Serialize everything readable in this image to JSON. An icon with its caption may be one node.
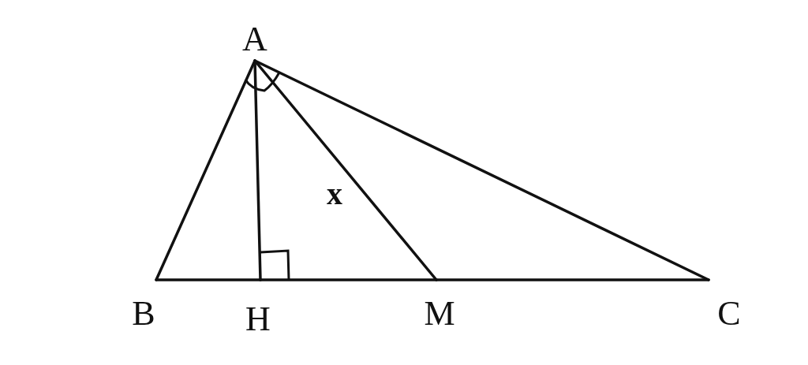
{
  "diagram": {
    "nodes": [
      {
        "text": [
          "A"
        ]
      },
      {
        "text": [
          "B"
        ]
      },
      {
        "text": [
          "H"
        ]
      },
      {
        "text": [
          "M"
        ]
      },
      {
        "text": [
          "C"
        ]
      }
    ],
    "edges": [
      {
        "from": 0,
        "to": 1,
        "arrow": "none"
      },
      {
        "from": 0,
        "to": 4,
        "arrow": "none"
      },
      {
        "from": 0,
        "to": 2,
        "arrow": "none"
      },
      {
        "from": 0,
        "to": 3,
        "arrow": "none",
        "label": "x"
      },
      {
        "from": 1,
        "to": 2,
        "arrow": "none"
      },
      {
        "from": 2,
        "to": 3,
        "arrow": "none"
      },
      {
        "from": 3,
        "to": 4,
        "arrow": "none"
      }
    ]
  }
}
